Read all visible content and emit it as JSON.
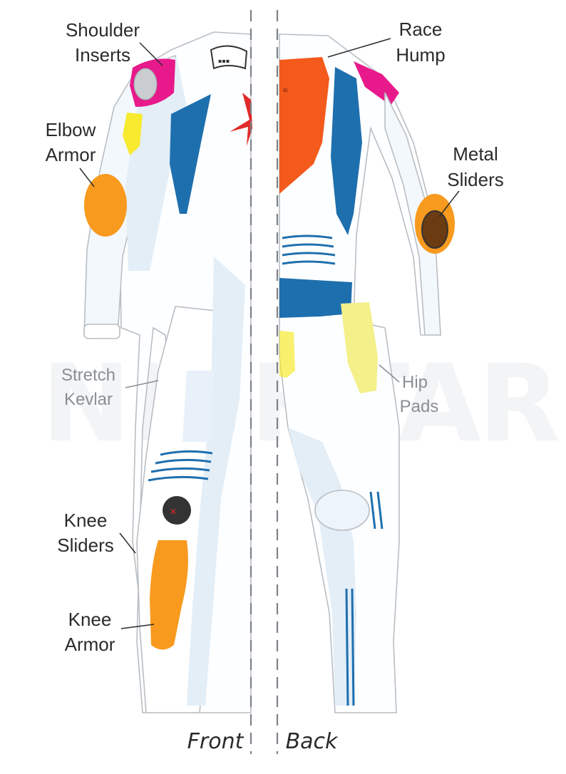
{
  "watermark": "NIGHTARMY",
  "callouts": {
    "shoulder_inserts": [
      "Shoulder",
      "Inserts"
    ],
    "elbow_armor": [
      "Elbow",
      "Armor"
    ],
    "stretch_kevlar": [
      "Stretch",
      "Kevlar"
    ],
    "knee_sliders": [
      "Knee",
      "Sliders"
    ],
    "knee_armor": [
      "Knee",
      "Armor"
    ],
    "race_hump": [
      "Race",
      "Hump"
    ],
    "metal_sliders": [
      "Metal",
      "Sliders"
    ],
    "hip_pads": [
      "Hip",
      "Pads"
    ]
  },
  "views": {
    "front": "Front",
    "back": "Back"
  },
  "colors": {
    "suit_base": "#ffffff",
    "suit_light": "#e3eef7",
    "blue": "#1e6fae",
    "pink": "#e8198b",
    "yellow": "#f7ea2f",
    "orange": "#f79a1e",
    "race_hump": "#f45a1c",
    "red_logo": "#e02a2a",
    "hip_pad": "#f4f08a"
  }
}
